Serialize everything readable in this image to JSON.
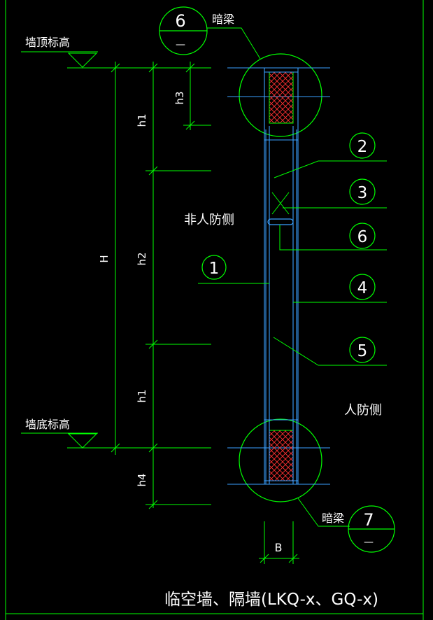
{
  "labels": {
    "wall_top": "墙顶标高",
    "wall_bottom": "墙底标高",
    "beam_top": "暗梁",
    "beam_bottom": "暗梁",
    "non_civil_side": "非人防侧",
    "civil_side": "人防侧",
    "title": "临空墙、隔墙(LKQ-x、GQ-x)"
  },
  "dimensions": {
    "H": "H",
    "h1_top": "h1",
    "h2": "h2",
    "h1_bottom": "h1",
    "h3": "h3",
    "h4": "h4",
    "B": "B"
  },
  "callouts": {
    "c1": "1",
    "c2": "2",
    "c3": "3",
    "c4": "4",
    "c5": "5",
    "c6": "6"
  },
  "section_marks": {
    "top": {
      "num": "6",
      "sub": "—"
    },
    "bottom": {
      "num": "7",
      "sub": "—"
    }
  },
  "colors": {
    "background": "#000000",
    "frame": "#00ff00",
    "wall": "#3aa0ff",
    "text": "#ffffff"
  }
}
